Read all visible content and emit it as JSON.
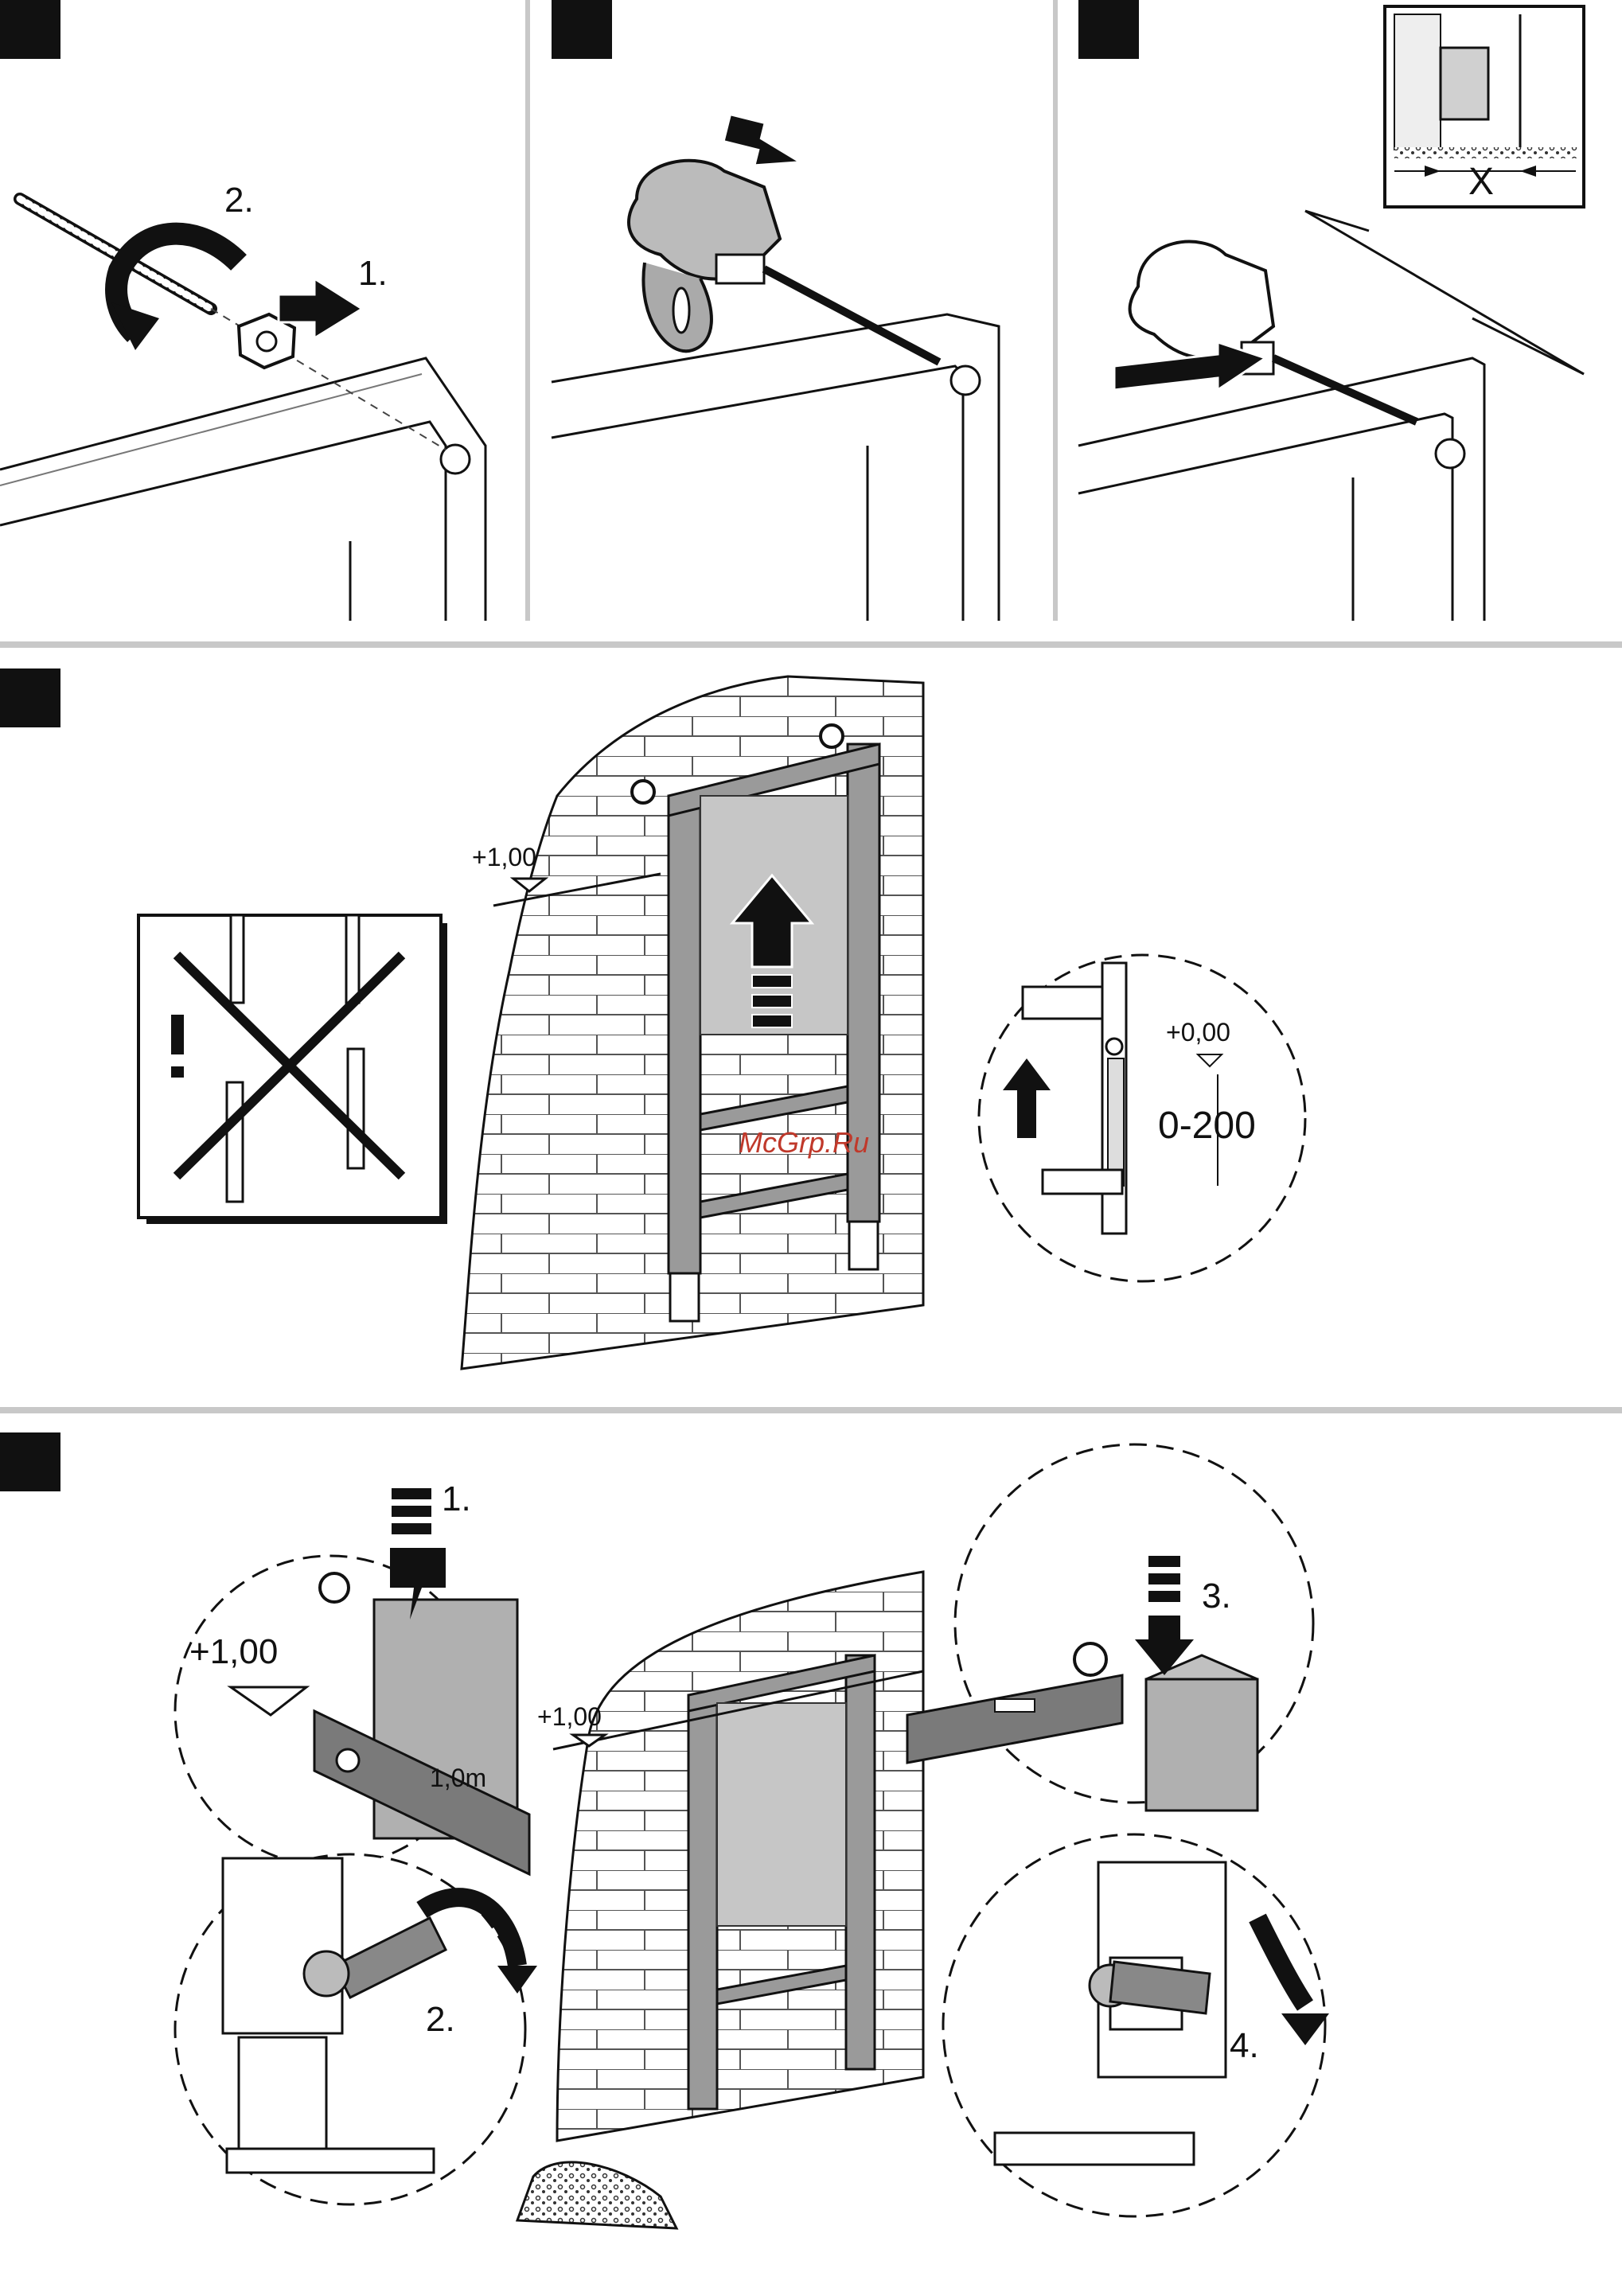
{
  "panels": {
    "p1": {
      "labels": [
        "2.",
        "1."
      ]
    },
    "p3": {
      "inset_label": "X"
    },
    "p4": {
      "level": "+1,00",
      "zoom_level": "+0,00",
      "range": "0-200"
    },
    "p5": {
      "level_small": "+1,00",
      "level_zoom": "+1,00",
      "ruler_mark": "1,0m",
      "steps": [
        "1.",
        "2.",
        "3.",
        "4."
      ]
    }
  },
  "watermark": "McGrp.Ru",
  "colors": {
    "ink": "#111111",
    "frame_fill": "#9a9a9a",
    "tank": "#b8b8b8",
    "level_fill": "#7a7a7a",
    "separator": "#c8c8c8",
    "watermark": "#c0392b"
  }
}
